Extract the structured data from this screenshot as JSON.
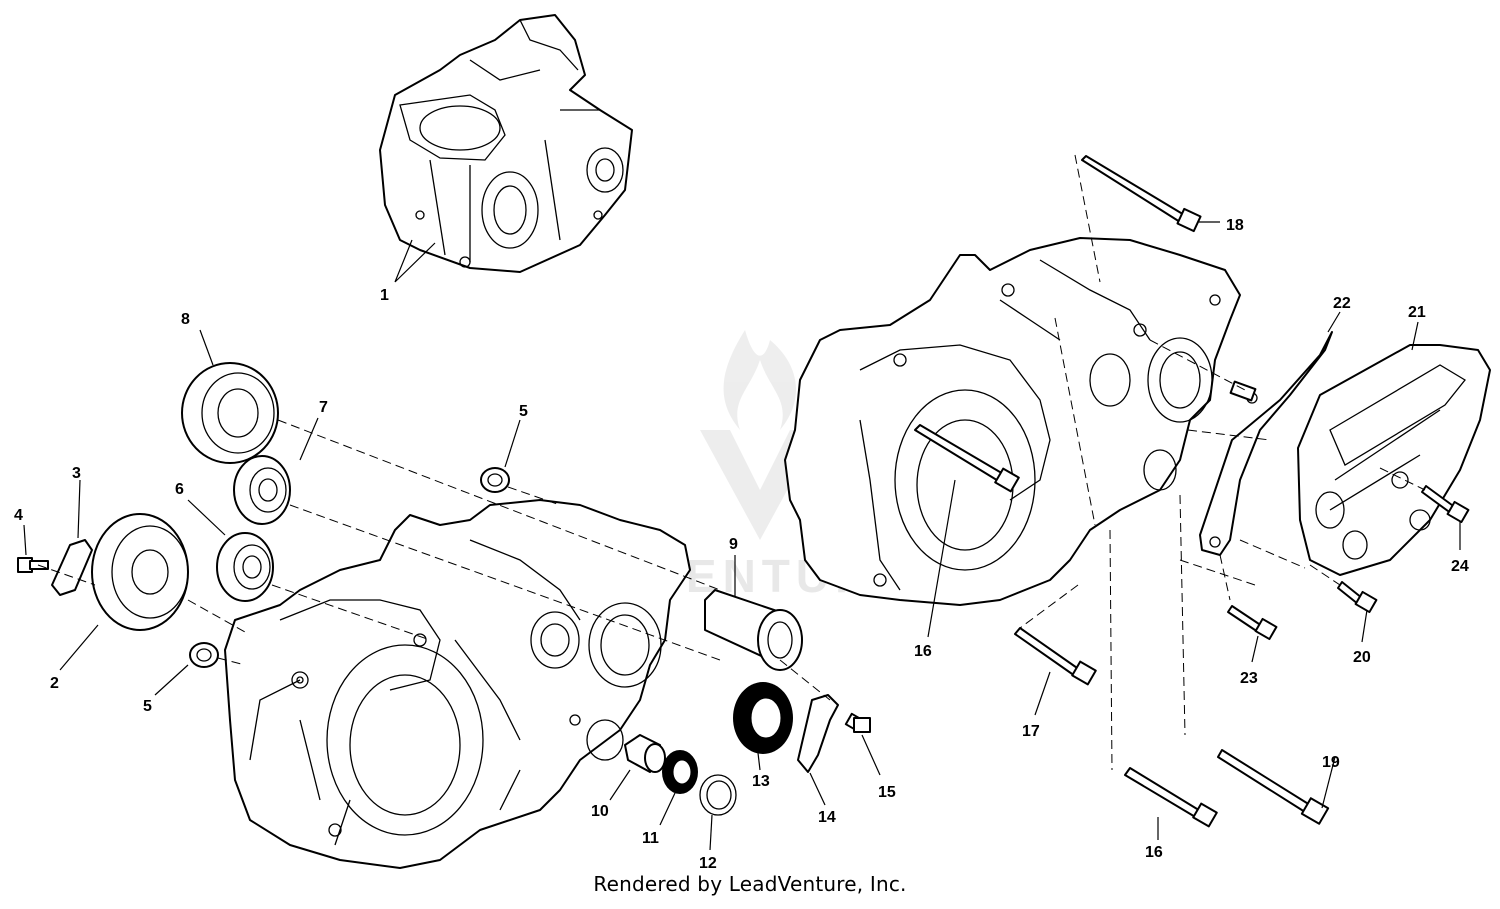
{
  "diagram": {
    "watermark_text": "LEADVENTURE",
    "credit": "Rendered by LeadVenture, Inc.",
    "callouts": [
      {
        "id": "c1",
        "label": "1"
      },
      {
        "id": "c2",
        "label": "2"
      },
      {
        "id": "c3",
        "label": "3"
      },
      {
        "id": "c4",
        "label": "4"
      },
      {
        "id": "c5a",
        "label": "5"
      },
      {
        "id": "c5b",
        "label": "5"
      },
      {
        "id": "c6",
        "label": "6"
      },
      {
        "id": "c7",
        "label": "7"
      },
      {
        "id": "c8",
        "label": "8"
      },
      {
        "id": "c9",
        "label": "9"
      },
      {
        "id": "c10",
        "label": "10"
      },
      {
        "id": "c11",
        "label": "11"
      },
      {
        "id": "c12",
        "label": "12"
      },
      {
        "id": "c13",
        "label": "13"
      },
      {
        "id": "c14",
        "label": "14"
      },
      {
        "id": "c15",
        "label": "15"
      },
      {
        "id": "c16a",
        "label": "16"
      },
      {
        "id": "c16b",
        "label": "16"
      },
      {
        "id": "c17",
        "label": "17"
      },
      {
        "id": "c18",
        "label": "18"
      },
      {
        "id": "c19",
        "label": "19"
      },
      {
        "id": "c20",
        "label": "20"
      },
      {
        "id": "c21",
        "label": "21"
      },
      {
        "id": "c22",
        "label": "22"
      },
      {
        "id": "c23",
        "label": "23"
      },
      {
        "id": "c24",
        "label": "24"
      }
    ]
  }
}
